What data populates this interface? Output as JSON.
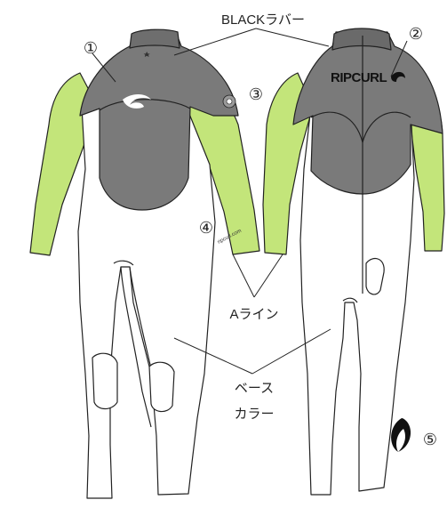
{
  "labels": {
    "black_rubber": "BLACKラバー",
    "a_line": "Aライン",
    "base_color_line1": "ベース",
    "base_color_line2": "カラー"
  },
  "markers": [
    "①",
    "②",
    "③",
    "④",
    "⑤"
  ],
  "brand_text": "RIPCURL",
  "wrist_text": "ripcurl.com",
  "colors": {
    "black_rubber": "#7a7a7a",
    "a_line": "#c3e57a",
    "base": "#ffffff",
    "outline": "#222222"
  }
}
